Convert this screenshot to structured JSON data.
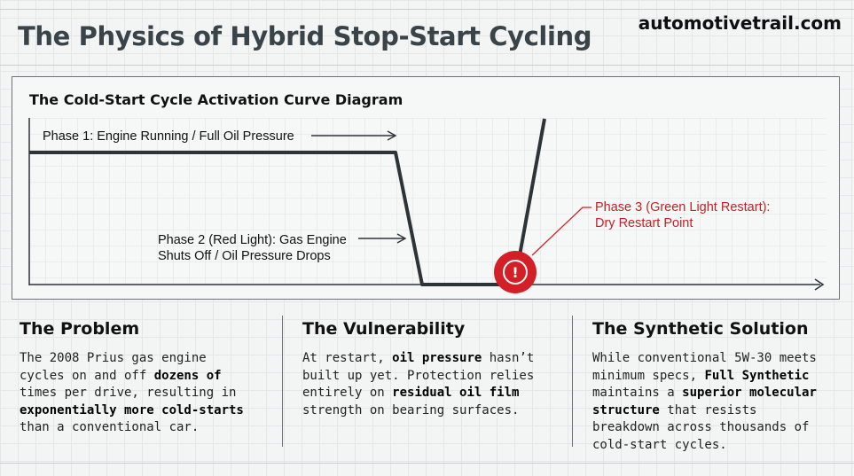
{
  "header": {
    "title": "The Physics of Hybrid Stop-Start Cycling",
    "site": "automotivetrail.com"
  },
  "diagram": {
    "title": "The Cold-Start Cycle Activation Curve Diagram",
    "phase1": "Phase 1: Engine Running / Full Oil Pressure",
    "phase2_line1": "Phase 2 (Red Light): Gas Engine",
    "phase2_line2": "Shuts Off / Oil Pressure Drops",
    "phase3_line1": "Phase 3 (Green Light Restart):",
    "phase3_line2": "Dry Restart Point",
    "alert_glyph": "!",
    "colors": {
      "curve": "#2d3438",
      "alert": "#d41f26",
      "label_red": "#c81f26"
    },
    "icons": [
      "alert-icon",
      "arrow-right-icon"
    ]
  },
  "columns": [
    {
      "heading": "The Problem",
      "lines": [
        [
          {
            "t": "The 2008 Prius gas engine"
          }
        ],
        [
          {
            "t": "cycles on and off "
          },
          {
            "t": "dozens of",
            "b": true
          }
        ],
        [
          {
            "t": "times per drive, resulting in"
          }
        ],
        [
          {
            "t": "exponentially more cold-starts",
            "b": true
          }
        ],
        [
          {
            "t": "than a conventional car."
          }
        ]
      ]
    },
    {
      "heading": "The Vulnerability",
      "lines": [
        [
          {
            "t": "At restart, "
          },
          {
            "t": "oil pressure",
            "b": true
          },
          {
            "t": " hasn’t"
          }
        ],
        [
          {
            "t": "built up yet. Protection relies"
          }
        ],
        [
          {
            "t": "entirely on "
          },
          {
            "t": "residual oil film",
            "b": true
          }
        ],
        [
          {
            "t": "strength on bearing surfaces."
          }
        ]
      ]
    },
    {
      "heading": "The Synthetic Solution",
      "lines": [
        [
          {
            "t": "While conventional 5W-30 meets"
          }
        ],
        [
          {
            "t": "minimum specs, "
          },
          {
            "t": "Full Synthetic",
            "b": true
          }
        ],
        [
          {
            "t": "maintains a "
          },
          {
            "t": "superior molecular",
            "b": true
          }
        ],
        [
          {
            "t": "structure",
            "b": true
          },
          {
            "t": " that resists"
          }
        ],
        [
          {
            "t": "breakdown across thousands of"
          }
        ],
        [
          {
            "t": "cold-start cycles."
          }
        ]
      ]
    }
  ]
}
